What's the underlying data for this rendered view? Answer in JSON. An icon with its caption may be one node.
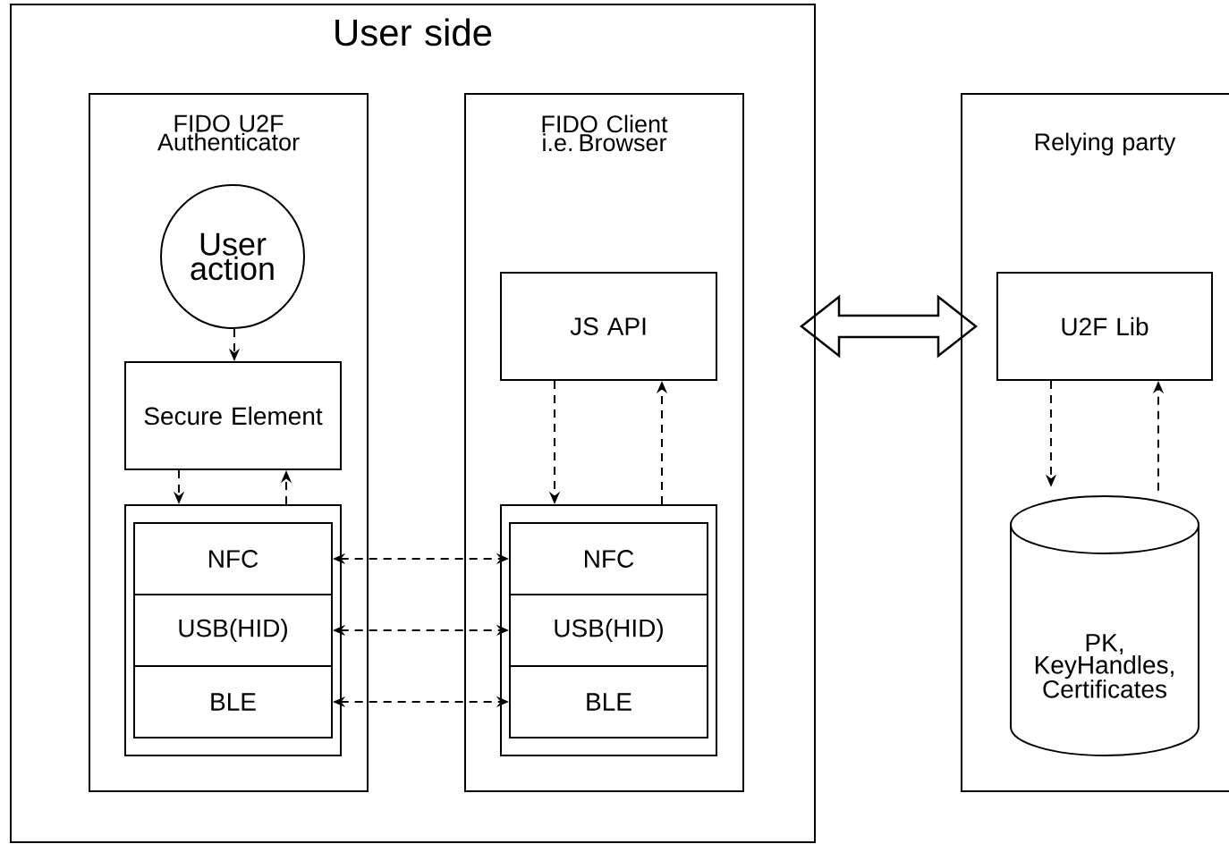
{
  "diagram": {
    "nodes": [
      {
        "text": [
          "User side"
        ]
      },
      {
        "text": [
          "FIDO U2F Authenticator"
        ],
        "in": 0
      },
      {
        "text": [
          "User action"
        ],
        "in": 1
      },
      {
        "text": [
          "Secure Element"
        ],
        "in": 1
      },
      {
        "text": [],
        "shape": "box",
        "in": 1
      },
      {
        "text": [
          "NFC"
        ],
        "in": 4
      },
      {
        "text": [
          "USB(HID)"
        ],
        "in": 4
      },
      {
        "text": [
          "BLE"
        ],
        "in": 4
      },
      {
        "text": [
          "FIDO Client i.e. Browser"
        ],
        "in": 0
      },
      {
        "text": [
          "JS API"
        ],
        "in": 8
      },
      {
        "text": [],
        "shape": "box",
        "in": 8
      },
      {
        "text": [
          "NFC"
        ],
        "in": 10
      },
      {
        "text": [
          "USB(HID)"
        ],
        "in": 10
      },
      {
        "text": [
          "BLE"
        ],
        "in": 10
      },
      {
        "text": [
          "Relying party"
        ]
      },
      {
        "text": [
          "U2F Lib"
        ],
        "in": 14
      },
      {
        "text": [
          "PK, KeyHandles, Certificates"
        ],
        "in": 14
      }
    ],
    "edges": [
      {
        "from": 2,
        "to": 3,
        "arrow": "to",
        "style": "dashed"
      },
      {
        "from": 3,
        "to": 4,
        "arrow": "to",
        "style": "dashed"
      },
      {
        "from": 4,
        "to": 3,
        "arrow": "to",
        "style": "dashed"
      },
      {
        "from": 9,
        "to": 10,
        "arrow": "to",
        "style": "dashed"
      },
      {
        "from": 10,
        "to": 9,
        "arrow": "to",
        "style": "dashed"
      },
      {
        "from": 5,
        "to": 11,
        "arrow": "both",
        "style": "dashed"
      },
      {
        "from": 6,
        "to": 12,
        "arrow": "both",
        "style": "dashed"
      },
      {
        "from": 7,
        "to": 13,
        "arrow": "both",
        "style": "dashed"
      },
      {
        "from": 0,
        "to": 14,
        "arrow": "both",
        "style": "thick"
      },
      {
        "from": 15,
        "to": 16,
        "arrow": "to",
        "style": "dashed"
      },
      {
        "from": 16,
        "to": 15,
        "arrow": "to",
        "style": "dashed"
      }
    ]
  }
}
